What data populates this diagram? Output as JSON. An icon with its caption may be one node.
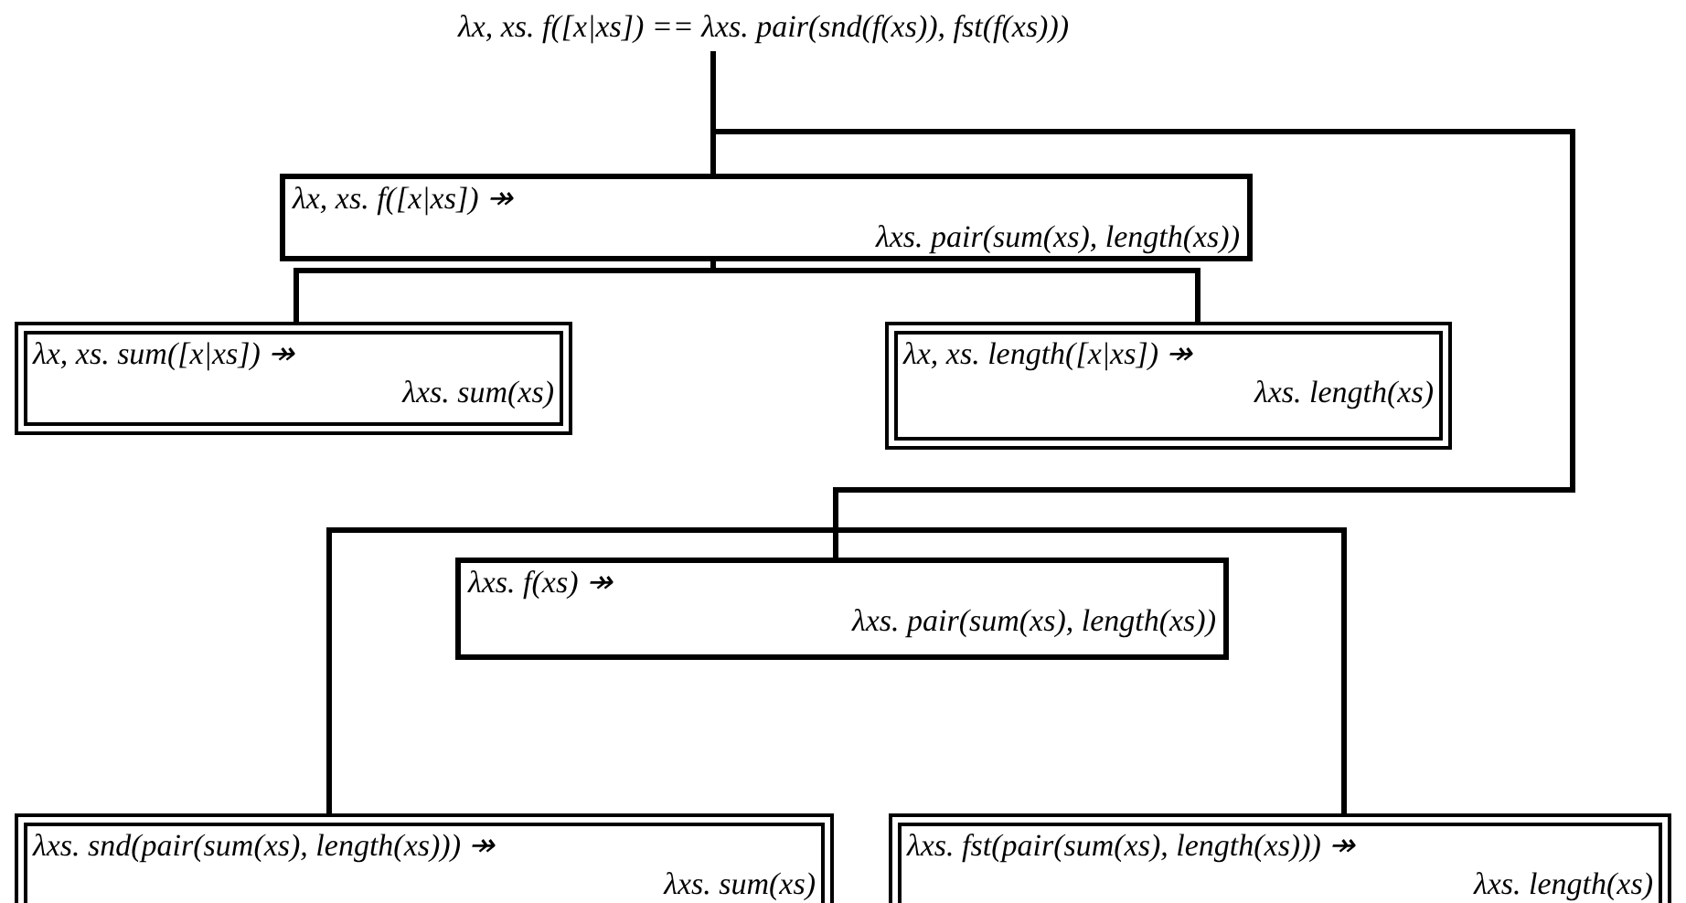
{
  "diagram": {
    "nodes": [
      {
        "text": [
          "λx, xs. f([x|xs]) == λxs. pair(snd(f(xs)), fst(f(xs)))"
        ]
      },
      {
        "text": [
          "λx, xs. f([x|xs]) ↠",
          "λxs. pair(sum(xs), length(xs))"
        ]
      },
      {
        "text": [
          "λx, xs. sum([x|xs]) ↠",
          "λxs. sum(xs)"
        ]
      },
      {
        "text": [
          "λx, xs. length([x|xs]) ↠",
          "λxs. length(xs)"
        ]
      },
      {
        "text": [
          "λxs. f(xs) ↠",
          "λxs. pair(sum(xs), length(xs))"
        ]
      },
      {
        "text": [
          "λxs. snd(pair(sum(xs), length(xs))) ↠",
          "λxs. sum(xs)"
        ]
      },
      {
        "text": [
          "λxs. fst(pair(sum(xs), length(xs))) ↠",
          "λxs. length(xs)"
        ]
      }
    ],
    "edges": [
      {
        "from": 0,
        "to": 1,
        "arrow": "none"
      },
      {
        "from": 0,
        "to": 4,
        "arrow": "none"
      },
      {
        "from": 1,
        "to": 2,
        "arrow": "none"
      },
      {
        "from": 1,
        "to": 3,
        "arrow": "none"
      },
      {
        "from": 4,
        "to": 5,
        "arrow": "none"
      },
      {
        "from": 4,
        "to": 6,
        "arrow": "none"
      }
    ]
  }
}
